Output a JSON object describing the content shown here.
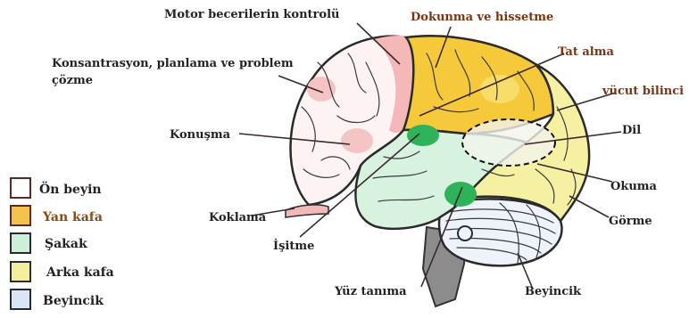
{
  "labels": {
    "motor": "Motor becerilerin kontrolü",
    "touch": "Dokunma ve hissetme",
    "taste": "Tat alma",
    "planning_1": "Konsantrasyon, planlama ve problem",
    "planning_2": "çözme",
    "body": "vücut bilinci",
    "speech": "Konuşma",
    "language": "Dil",
    "reading": "Okuma",
    "smell": "Koklama",
    "vision": "Görme",
    "hearing": "İşitme",
    "face": "Yüz tanıma",
    "cerebellum": "Beyincik"
  },
  "legend": [
    {
      "label": "Ön beyin",
      "color": "#ffffff",
      "border": "#5a2a2a",
      "text_color": "#222222"
    },
    {
      "label": "Yan kafa",
      "color": "#f2c24a",
      "border": "#5a2a2a",
      "text_color": "#8a4a10"
    },
    {
      "label": "Şakak",
      "color": "#cdeed8",
      "border": "#2a2a2a",
      "text_color": "#222222"
    },
    {
      "label": "Arka kafa",
      "color": "#f3ee9a",
      "border": "#2a2a2a",
      "text_color": "#222222"
    },
    {
      "label": "Beyincik",
      "color": "#d8e6f6",
      "border": "#2a2a2a",
      "text_color": "#222222"
    }
  ],
  "colors": {
    "frontal": "#fdf3f3",
    "frontal_highlight": "#f4b8b8",
    "parietal": "#f5c93a",
    "temporal": "#d7f2de",
    "temporal_spot": "#2fb35a",
    "occipital": "#f6f0a2",
    "cerebellum": "#eef3fb",
    "brainstem": "#8c8c8c"
  }
}
